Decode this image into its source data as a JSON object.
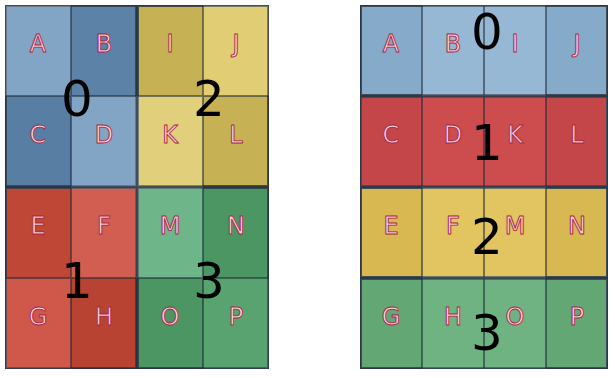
{
  "diagram": {
    "nodes": [
      {
        "text": [
          "0"
        ]
      },
      {
        "text": [
          "A"
        ],
        "in": 0
      },
      {
        "text": [
          "B"
        ],
        "in": 0
      },
      {
        "text": [
          "C"
        ],
        "in": 0
      },
      {
        "text": [
          "D"
        ],
        "in": 0
      },
      {
        "text": [
          "2"
        ]
      },
      {
        "text": [
          "I"
        ],
        "in": 5
      },
      {
        "text": [
          "J"
        ],
        "in": 5
      },
      {
        "text": [
          "K"
        ],
        "in": 5
      },
      {
        "text": [
          "L"
        ],
        "in": 5
      },
      {
        "text": [
          "1"
        ]
      },
      {
        "text": [
          "E"
        ],
        "in": 10
      },
      {
        "text": [
          "F"
        ],
        "in": 10
      },
      {
        "text": [
          "G"
        ],
        "in": 10
      },
      {
        "text": [
          "H"
        ],
        "in": 10
      },
      {
        "text": [
          "3"
        ]
      },
      {
        "text": [
          "M"
        ],
        "in": 15
      },
      {
        "text": [
          "N"
        ],
        "in": 15
      },
      {
        "text": [
          "O"
        ],
        "in": 15
      },
      {
        "text": [
          "P"
        ],
        "in": 15
      },
      {
        "text": [
          "0"
        ]
      },
      {
        "text": [
          "A"
        ],
        "in": 20
      },
      {
        "text": [
          "B"
        ],
        "in": 20
      },
      {
        "text": [
          "I"
        ],
        "in": 20
      },
      {
        "text": [
          "J"
        ],
        "in": 20
      },
      {
        "text": [
          "1"
        ]
      },
      {
        "text": [
          "C"
        ],
        "in": 25
      },
      {
        "text": [
          "D"
        ],
        "in": 25
      },
      {
        "text": [
          "K"
        ],
        "in": 25
      },
      {
        "text": [
          "L"
        ],
        "in": 25
      },
      {
        "text": [
          "2"
        ]
      },
      {
        "text": [
          "E"
        ],
        "in": 30
      },
      {
        "text": [
          "F"
        ],
        "in": 30
      },
      {
        "text": [
          "M"
        ],
        "in": 30
      },
      {
        "text": [
          "N"
        ],
        "in": 30
      },
      {
        "text": [
          "3"
        ]
      },
      {
        "text": [
          "G"
        ],
        "in": 35
      },
      {
        "text": [
          "H"
        ],
        "in": 35
      },
      {
        "text": [
          "O"
        ],
        "in": 35
      },
      {
        "text": [
          "P"
        ],
        "in": 35
      }
    ]
  }
}
